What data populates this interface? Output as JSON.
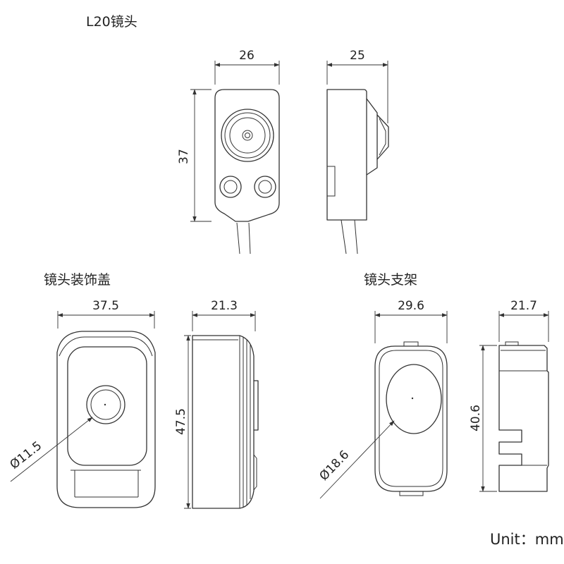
{
  "sections": {
    "lens": {
      "title": "L20镜头",
      "width": "26",
      "depth": "25",
      "height": "37"
    },
    "cover": {
      "title": "镜头装饰盖",
      "width": "37.5",
      "depth": "21.3",
      "height": "47.5",
      "diameter": "Ø11.5"
    },
    "bracket": {
      "title": "镜头支架",
      "width": "29.6",
      "depth": "21.7",
      "height": "40.6",
      "diameter": "Ø18.6"
    }
  },
  "unit_label": "Unit：mm"
}
